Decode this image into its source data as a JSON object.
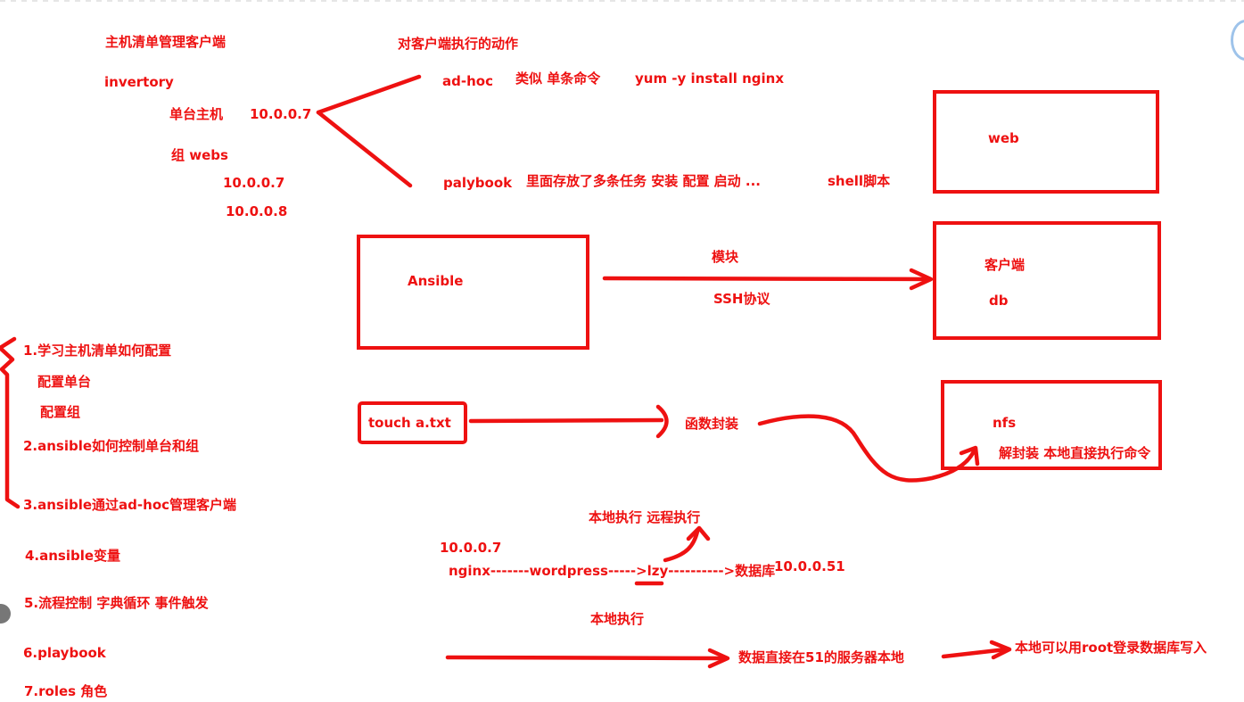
{
  "left": {
    "title": "主机清单管理客户端",
    "inventory": "invertory",
    "single_host": "单台主机",
    "single_host_ip": "10.0.0.7",
    "group": "组 webs",
    "group_ip1": "10.0.0.7",
    "group_ip2": "10.0.0.8"
  },
  "actions": {
    "title": "对客户端执行的动作",
    "adhoc": "ad-hoc",
    "adhoc_desc": "类似 单条命令",
    "adhoc_cmd": "yum -y install nginx",
    "playbook": "palybook",
    "playbook_desc": "里面存放了多条任务  安装  配置  启动 ...",
    "shell": "shell脚本"
  },
  "boxes": {
    "web": "web",
    "ansible": "Ansible",
    "client": "客户端",
    "db": "db",
    "nfs": "nfs",
    "touch": "touch  a.txt"
  },
  "arrows": {
    "module": "模块",
    "ssh": "SSH协议",
    "func": "函数封装",
    "unpack": "解封装  本地直接执行命令"
  },
  "flow": {
    "local_remote": "本地执行    远程执行",
    "ip": "10.0.0.7",
    "chain": "nginx-------wordpress----->lzy---------->数据库",
    "db_ip": "10.0.0.51",
    "local_exec": "本地执行",
    "data_local": "数据直接在51的服务器本地",
    "root_login": "本地可以用root登录数据库写入"
  },
  "steps": [
    "1.学习主机清单如何配置",
    "配置单台",
    "配置组",
    "2.ansible如何控制单台和组",
    "3.ansible通过ad-hoc管理客户端",
    "4.ansible变量",
    "5.流程控制    字典循环  事件触发",
    "6.playbook",
    "7.roles 角色"
  ],
  "colors": {
    "ink": "#ee1111",
    "background": "#ffffff"
  }
}
